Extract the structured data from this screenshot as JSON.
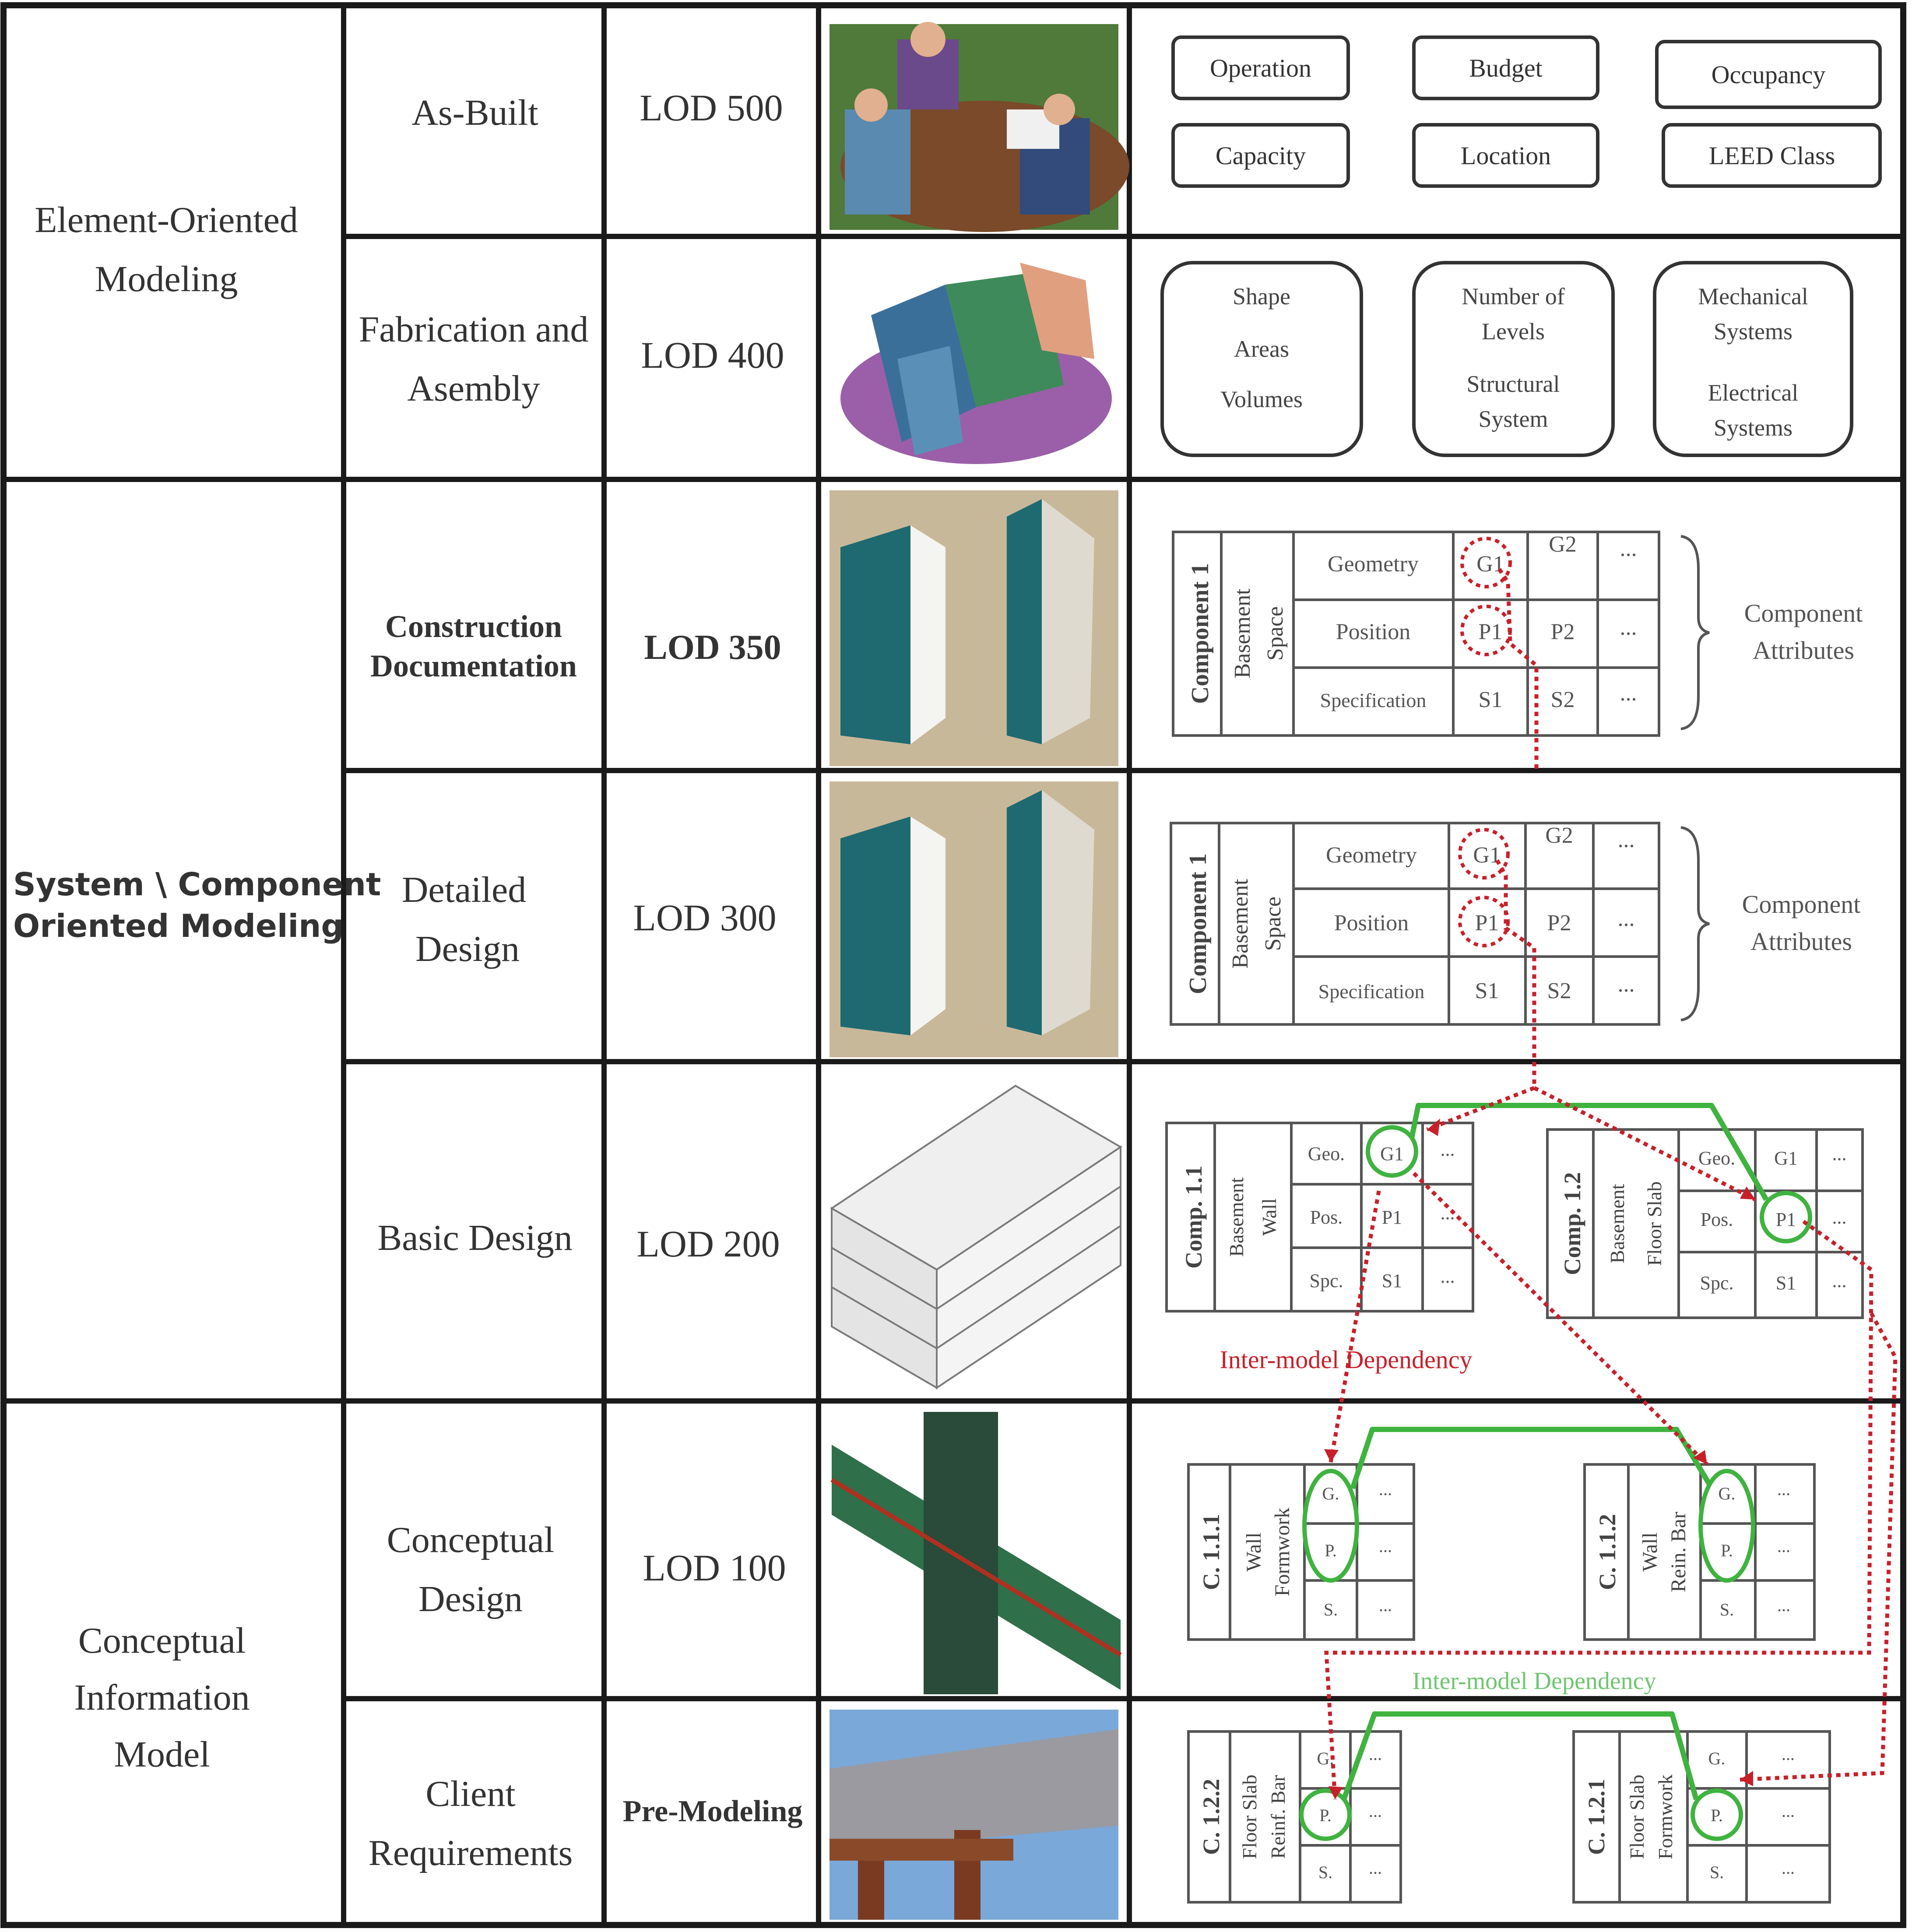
{
  "categories": [
    {
      "label": [
        "Element-Oriented",
        "Modeling"
      ]
    },
    {
      "label": [
        "System \\ Component",
        "Oriented Modeling"
      ]
    },
    {
      "label": [
        "Conceptual",
        "Information",
        "Model"
      ]
    }
  ],
  "stages": [
    {
      "label": [
        "As-Built"
      ],
      "lod": "LOD 500"
    },
    {
      "label": [
        "Fabrication and",
        "Asembly"
      ],
      "lod": "LOD 400"
    },
    {
      "label": [
        "Construction",
        "Documentation"
      ],
      "lod": "LOD 350"
    },
    {
      "label": [
        "Detailed",
        "Design"
      ],
      "lod": "LOD 300"
    },
    {
      "label": [
        "Basic Design"
      ],
      "lod": "LOD 200"
    },
    {
      "label": [
        "Conceptual",
        "Design"
      ],
      "lod": "LOD 100"
    },
    {
      "label": [
        "Client",
        "Requirements"
      ],
      "lod": "Pre-Modeling"
    }
  ],
  "lod500_boxes": [
    "Operation",
    "Budget",
    "Occupancy",
    "Capacity",
    "Location",
    "LEED Class"
  ],
  "lod400_boxes": [
    {
      "lines": [
        "Shape",
        "Areas",
        "Volumes"
      ]
    },
    {
      "lines": [
        "Number of",
        "Levels",
        "Structural",
        "System"
      ]
    },
    {
      "lines": [
        "Mechanical",
        "Systems",
        "Electrical",
        "Systems"
      ]
    }
  ],
  "component_table": {
    "component": "Component 1",
    "space": [
      "Basement",
      "Space"
    ],
    "rows": [
      {
        "attr": "Geometry",
        "v1": "G1",
        "v2": "G2",
        "v3": "..."
      },
      {
        "attr": "Position",
        "v1": "P1",
        "v2": "P2",
        "v3": "..."
      },
      {
        "attr": "Specification",
        "v1": "S1",
        "v2": "S2",
        "v3": "..."
      }
    ],
    "brace_label": [
      "Component",
      "Attributes"
    ]
  },
  "basic_tables": [
    {
      "comp": "Comp. 1.1",
      "name": [
        "Basement",
        "Wall"
      ],
      "rows": [
        [
          "Geo.",
          "G1",
          "..."
        ],
        [
          "Pos.",
          "P1",
          "..."
        ],
        [
          "Spc.",
          "S1",
          "..."
        ]
      ]
    },
    {
      "comp": "Comp. 1.2",
      "name": [
        "Basement",
        "Floor Slab"
      ],
      "rows": [
        [
          "Geo.",
          "G1",
          "..."
        ],
        [
          "Pos.",
          "P1",
          "..."
        ],
        [
          "Spc.",
          "S1",
          "..."
        ]
      ]
    }
  ],
  "inter_model_label": "Inter-model Dependency",
  "conceptual_tables": [
    {
      "comp": "C. 1.1.1",
      "name": [
        "Wall",
        "Formwork"
      ],
      "rows": [
        [
          "G.",
          "..."
        ],
        [
          "P.",
          "..."
        ],
        [
          "S.",
          "..."
        ]
      ]
    },
    {
      "comp": "C. 1.1.2",
      "name": [
        "Wall",
        "Rein. Bar"
      ],
      "rows": [
        [
          "G.",
          "..."
        ],
        [
          "P.",
          "..."
        ],
        [
          "S.",
          "..."
        ]
      ]
    }
  ],
  "inter_model_label_green": "Inter-model Dependency",
  "client_tables": [
    {
      "comp": "C. 1.2.2",
      "name": [
        "Floor Slab",
        "Reinf. Bar"
      ],
      "rows": [
        [
          "G.",
          "..."
        ],
        [
          "P.",
          "..."
        ],
        [
          "S.",
          "..."
        ]
      ]
    },
    {
      "comp": "C. 1.2.1",
      "name": [
        "Floor Slab",
        "Formwork"
      ],
      "rows": [
        [
          "G.",
          "..."
        ],
        [
          "P.",
          "..."
        ],
        [
          "S.",
          "..."
        ]
      ]
    }
  ],
  "colors": {
    "dependency_red": "#c8202a",
    "link_green": "#3fb33f",
    "grid": "#1a1a1a",
    "text": "#333333"
  }
}
